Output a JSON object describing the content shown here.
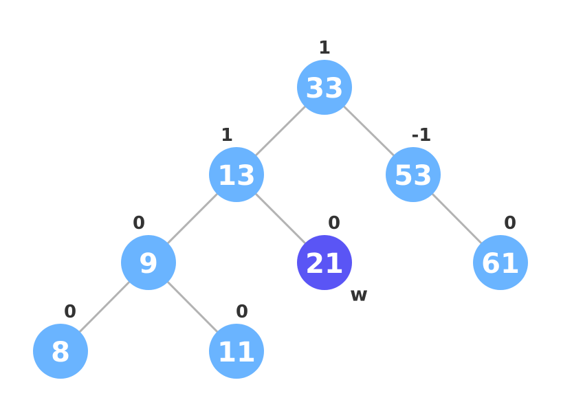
{
  "colors": {
    "node": "#6ab4ff",
    "highlight": "#5a55f5",
    "edge": "#b3b3b3",
    "text": "#ffffff",
    "label": "#333333"
  },
  "tree": {
    "nodes": [
      {
        "id": "n33",
        "value": "33",
        "balance": "1",
        "highlight": false
      },
      {
        "id": "n13",
        "value": "13",
        "balance": "1",
        "highlight": false
      },
      {
        "id": "n53",
        "value": "53",
        "balance": "-1",
        "highlight": false
      },
      {
        "id": "n9",
        "value": "9",
        "balance": "0",
        "highlight": false
      },
      {
        "id": "n21",
        "value": "21",
        "balance": "0",
        "highlight": true,
        "tag": "w"
      },
      {
        "id": "n61",
        "value": "61",
        "balance": "0",
        "highlight": false
      },
      {
        "id": "n8",
        "value": "8",
        "balance": "0",
        "highlight": false
      },
      {
        "id": "n11",
        "value": "11",
        "balance": "0",
        "highlight": false
      }
    ],
    "edges": [
      {
        "from": "n33",
        "to": "n13"
      },
      {
        "from": "n33",
        "to": "n53"
      },
      {
        "from": "n13",
        "to": "n9"
      },
      {
        "from": "n13",
        "to": "n21"
      },
      {
        "from": "n53",
        "to": "n61"
      },
      {
        "from": "n9",
        "to": "n8"
      },
      {
        "from": "n9",
        "to": "n11"
      }
    ]
  }
}
